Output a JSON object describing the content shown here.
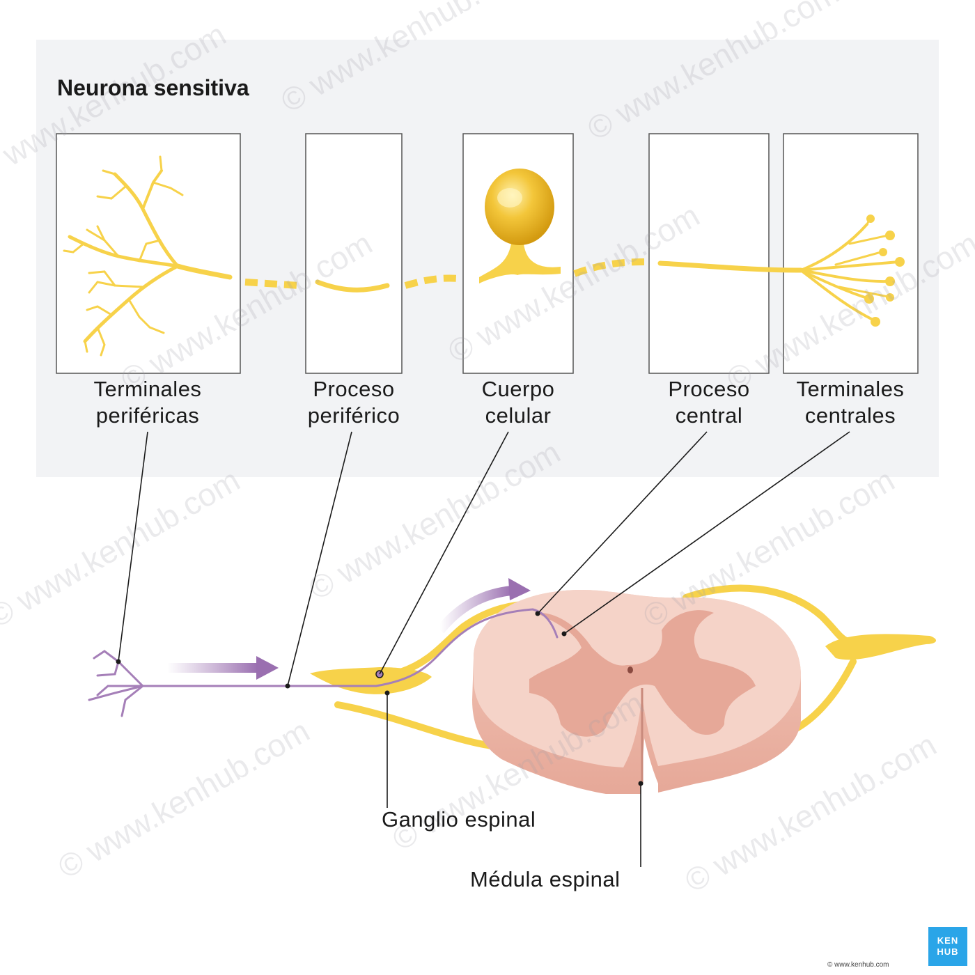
{
  "title": "Neurona sensitiva",
  "panels": [
    {
      "id": "terminales-perifericas",
      "line1": "Terminales",
      "line2": "periféricas"
    },
    {
      "id": "proceso-periferico",
      "line1": "Proceso",
      "line2": "periférico"
    },
    {
      "id": "cuerpo-celular",
      "line1": "Cuerpo",
      "line2": "celular"
    },
    {
      "id": "proceso-central",
      "line1": "Proceso",
      "line2": "central"
    },
    {
      "id": "terminales-centrales",
      "line1": "Terminales",
      "line2": "centrales"
    }
  ],
  "bottom_labels": {
    "ganglio": "Ganglio espinal",
    "medula": "Médula espinal"
  },
  "watermark": "© www.kenhub.com",
  "logo": {
    "line1": "KEN",
    "line2": "HUB"
  },
  "copyright": "© www.kenhub.com",
  "colors": {
    "panel_bg": "#f2f3f5",
    "neuron_yellow": "#f7d24a",
    "neuron_purple": "#a57fb8",
    "cord_light": "#f3cfc4",
    "cord_dark": "#e2a595",
    "logo_blue": "#2aa5e8"
  }
}
